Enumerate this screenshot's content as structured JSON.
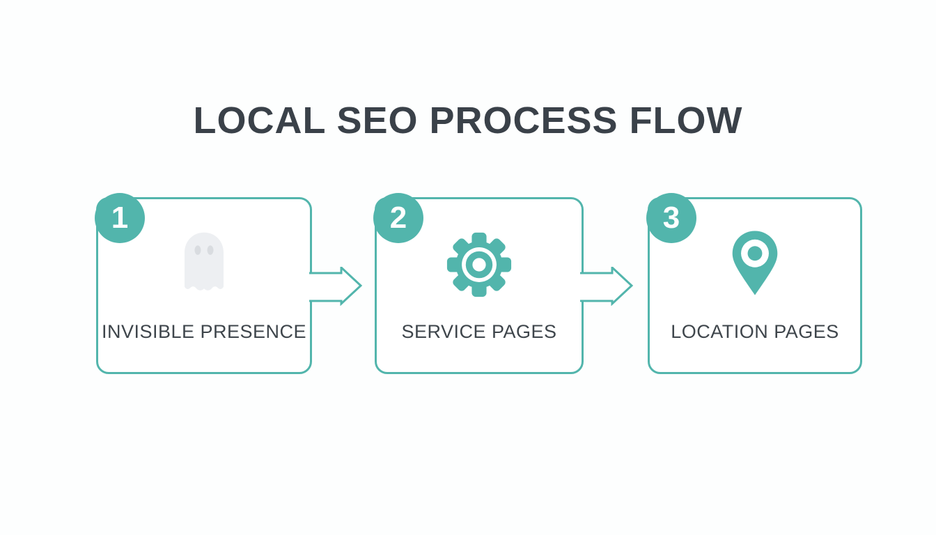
{
  "title": "LOCAL SEO PROCESS FLOW",
  "colors": {
    "accent": "#52B5AC",
    "title_text": "#3A4149",
    "label_text": "#3E454B",
    "ghost_fill": "#EDEFF2",
    "ghost_eyes": "#D9DCE0",
    "background": "#FDFEFE",
    "box_fill": "#FFFFFF"
  },
  "steps": [
    {
      "number": "1",
      "label": "INVISIBLE PRESENCE",
      "icon": "ghost-icon"
    },
    {
      "number": "2",
      "label": "SERVICE PAGES",
      "icon": "gear-icon"
    },
    {
      "number": "3",
      "label": "LOCATION PAGES",
      "icon": "location-pin-icon"
    }
  ],
  "arrows": [
    {
      "from": "1",
      "to": "2"
    },
    {
      "from": "2",
      "to": "3"
    }
  ]
}
